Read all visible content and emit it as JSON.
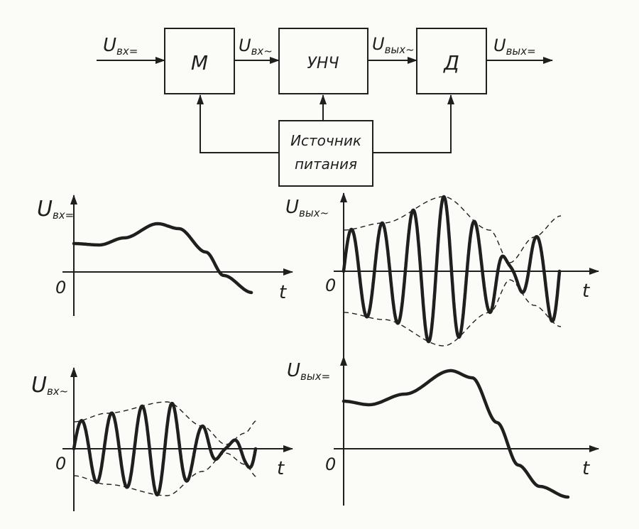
{
  "diagram": {
    "input_symbol": "U",
    "input_sub": "вх=",
    "blocks": {
      "modulator": "М",
      "amplifier": "УНЧ",
      "detector": "Д",
      "power_line1": "Источник",
      "power_line2": "питания"
    },
    "signals": {
      "mod_out_sym": "U",
      "mod_out_sub": "вх~",
      "amp_out_sym": "U",
      "amp_out_sub": "вых~",
      "det_out_sym": "U",
      "det_out_sub": "вых="
    }
  },
  "plots": {
    "top_left": {
      "y_sym": "U",
      "y_sub": "вх=",
      "origin": "0",
      "x_label": "t"
    },
    "top_right": {
      "y_sym": "U",
      "y_sub": "вых~",
      "origin": "0",
      "x_label": "t"
    },
    "bottom_left": {
      "y_sym": "U",
      "y_sub": "вх~",
      "origin": "0",
      "x_label": "t"
    },
    "bottom_right": {
      "y_sym": "U",
      "y_sub": "вых=",
      "origin": "0",
      "x_label": "t"
    }
  },
  "colors": {
    "ink": "#1f1f1f",
    "paper": "#fbfbf8"
  }
}
